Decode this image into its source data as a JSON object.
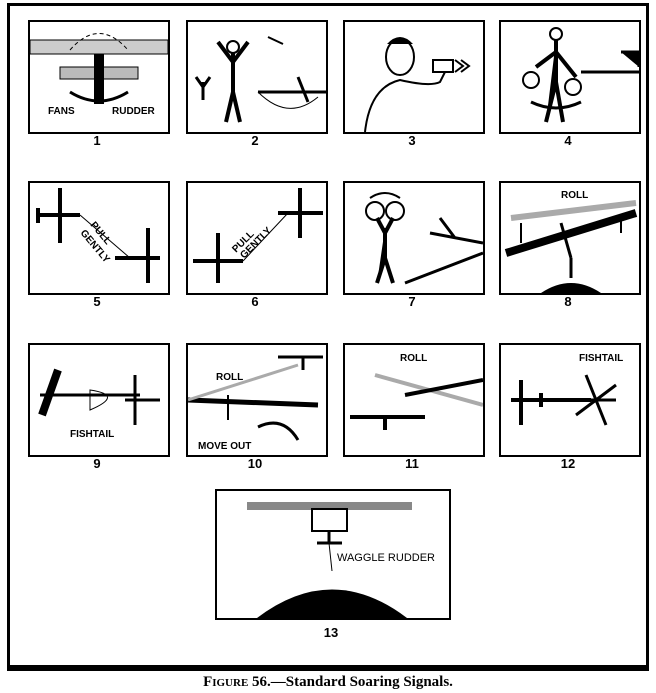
{
  "figure": {
    "prefix": "Figure",
    "number": "56.",
    "title": "—Standard Soaring Signals."
  },
  "panels": [
    {
      "number": "1",
      "labels": [
        "FANS",
        "RUDDER"
      ]
    },
    {
      "number": "2"
    },
    {
      "number": "3"
    },
    {
      "number": "4"
    },
    {
      "number": "5",
      "labels": [
        "PULL",
        "GENTLY"
      ]
    },
    {
      "number": "6",
      "labels": [
        "PULL",
        "GENTLY"
      ]
    },
    {
      "number": "7"
    },
    {
      "number": "8",
      "labels": [
        "ROLL"
      ]
    },
    {
      "number": "9",
      "labels": [
        "FISHTAIL"
      ]
    },
    {
      "number": "10",
      "labels": [
        "ROLL",
        "MOVE OUT"
      ]
    },
    {
      "number": "11",
      "labels": [
        "ROLL"
      ]
    },
    {
      "number": "12",
      "labels": [
        "FISHTAIL"
      ]
    },
    {
      "number": "13",
      "labels": [
        "WAGGLE RUDDER"
      ]
    }
  ]
}
